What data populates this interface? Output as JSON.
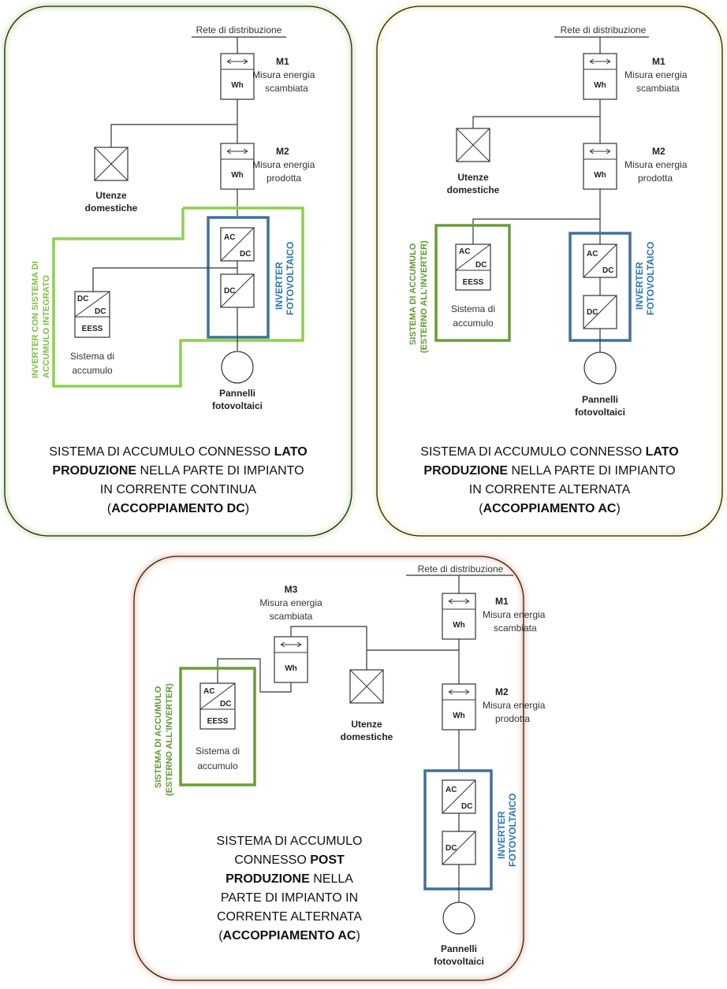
{
  "colors": {
    "panel1_border": "#8cc63f",
    "panel2_border": "#e6e080",
    "panel3_border": "#e8926a",
    "integrated_box": "#8cd050",
    "storage_box": "#6a9e38",
    "inverter_box": "#41719c",
    "inverter_text": "#2e75b6"
  },
  "common": {
    "grid_label": "Rete di distribuzione",
    "meter_label": "Wh",
    "loads_label_1": "Utenze",
    "loads_label_2": "domestiche",
    "pv_label_1": "Pannelli",
    "pv_label_2": "fotovoltaici",
    "m1_code": "M1",
    "m2_code": "M2",
    "m3_code": "M3",
    "exchanged_1": "Misura energia",
    "exchanged_2": "scambiata",
    "produced_1": "Misura energia",
    "produced_2": "prodotta",
    "ac": "AC",
    "dc": "DC",
    "eess": "EESS",
    "storage_1": "Sistema di",
    "storage_2": "accumulo",
    "inverter_1": "INVERTER",
    "inverter_2": "FOTOVOLTAICO"
  },
  "panel1": {
    "integrated_1": "INVERTER CON SISTEMA DI",
    "integrated_2": "ACCUMULO INTEGRATO",
    "caption": [
      [
        "SISTEMA DI ACCUMULO CONNESSO ",
        "LATO"
      ],
      [
        "PRODUZIONE",
        " NELLA PARTE DI IMPIANTO"
      ],
      [
        "IN CORRENTE CONTINUA",
        ""
      ],
      [
        "(",
        "ACCOPPIAMENTO DC",
        ")"
      ]
    ]
  },
  "panel2": {
    "external_1": "SISTEMA DI ACCUMULO",
    "external_2": "(ESTERNO ALL'INVERTER)",
    "caption": [
      [
        "SISTEMA DI ACCUMULO CONNESSO ",
        "LATO"
      ],
      [
        "PRODUZIONE",
        " NELLA PARTE DI IMPIANTO"
      ],
      [
        "IN CORRENTE ALTERNATA",
        ""
      ],
      [
        "(",
        "ACCOPPIAMENTO AC",
        ")"
      ]
    ]
  },
  "panel3": {
    "external_1": "SISTEMA DI ACCUMULO",
    "external_2": "(ESTERNO ALL'INVERTER)",
    "caption": [
      [
        "SISTEMA DI ACCUMULO",
        ""
      ],
      [
        "CONNESSO ",
        "POST"
      ],
      [
        "PRODUZIONE",
        " NELLA"
      ],
      [
        "PARTE DI IMPIANTO IN",
        ""
      ],
      [
        "CORRENTE ALTERNATA",
        ""
      ],
      [
        "(",
        "ACCOPPIAMENTO AC",
        ")"
      ]
    ]
  }
}
